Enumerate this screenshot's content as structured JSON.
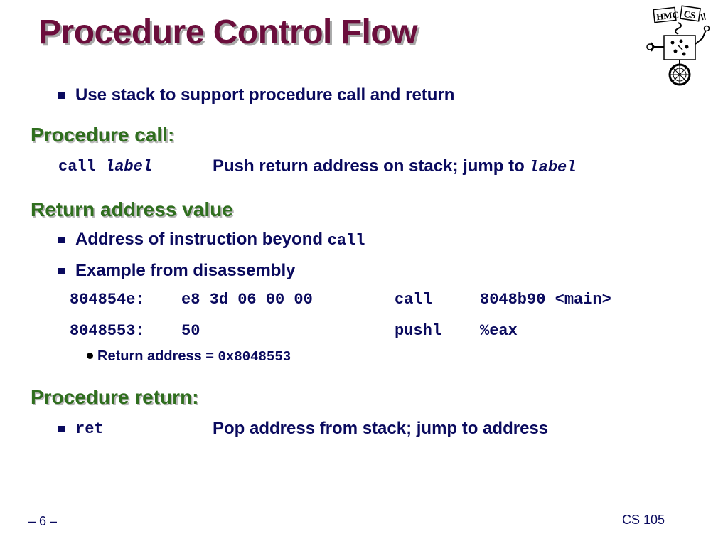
{
  "slide": {
    "title": "Procedure Control Flow",
    "intro_bullet": "Use stack to support procedure call and return",
    "call_heading": "Procedure call:",
    "call_instr": "call",
    "call_operand": "label",
    "call_desc": "Push return address on stack; jump to",
    "call_desc_operand": "label",
    "ret_addr_heading": "Return address value",
    "ret_addr_bullet_1_text": "Address of instruction beyond",
    "ret_addr_bullet_1_code": "call",
    "ret_addr_bullet_2": "Example from disassembly",
    "disasm": [
      {
        "addr": "804854e:",
        "bytes": "e8 3d 06 00 00",
        "mnemonic": "call",
        "operand": "8048b90 <main>"
      },
      {
        "addr": "8048553:",
        "bytes": "50",
        "mnemonic": "pushl",
        "operand": "%eax"
      }
    ],
    "ret_addr_sub_text": "Return address =",
    "ret_addr_sub_code": "0x8048553",
    "return_heading": "Procedure return:",
    "ret_instr": "ret",
    "ret_desc": "Pop address from stack; jump to address",
    "page_number": "– 6 –",
    "course": "CS 105",
    "logo_text_left": "HMC",
    "logo_text_right": "CS"
  },
  "colors": {
    "title": "#6b0e3c",
    "heading": "#2f6e1e",
    "body": "#0a0a5e"
  }
}
